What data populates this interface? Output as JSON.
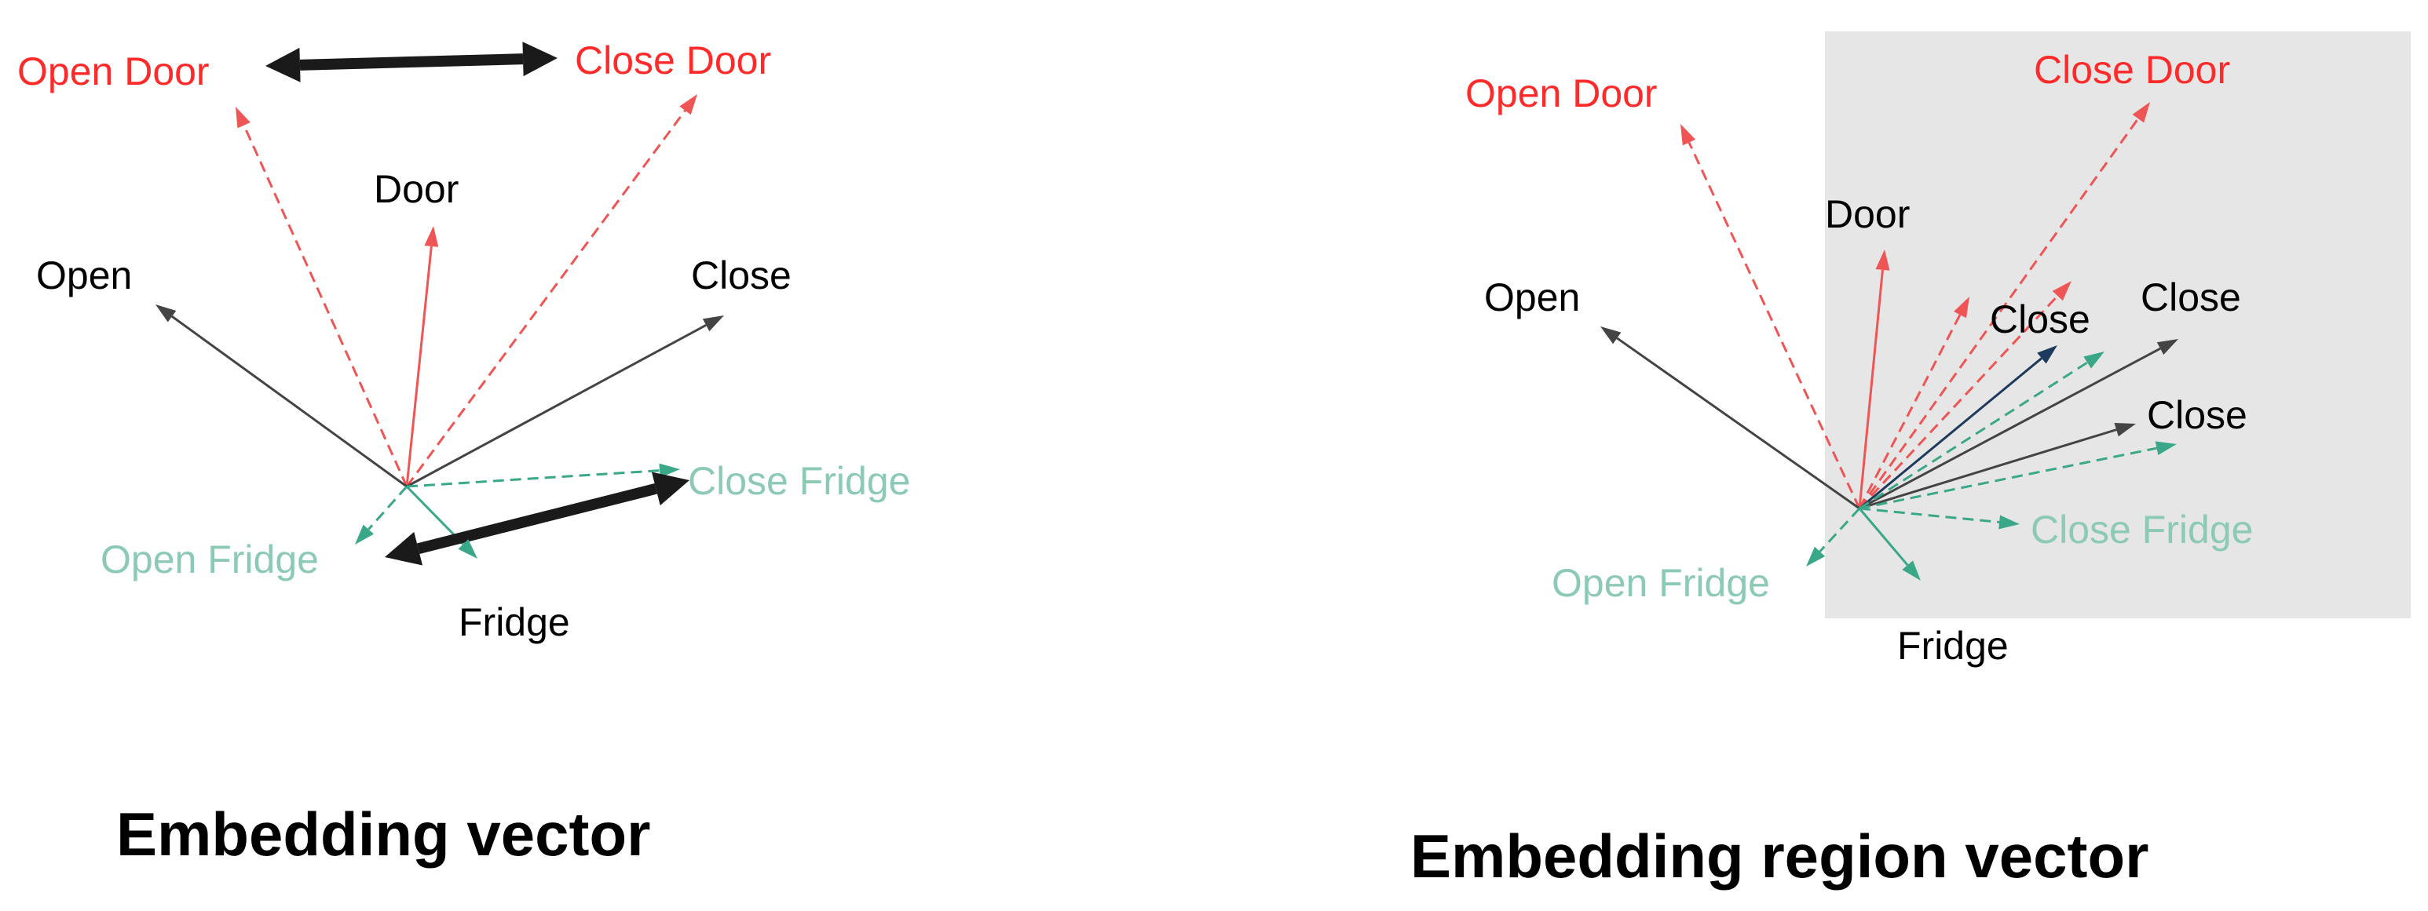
{
  "colors": {
    "red": "#ff2a2a",
    "red_arrow": "#f05555",
    "black": "#000000",
    "gray_arrow": "#444444",
    "teal_text": "#8ccab4",
    "teal_arrow": "#3aa888",
    "navy": "#1e3a5c",
    "region": "#e6e6e6",
    "bold_arrow": "#1a1a1a"
  },
  "left": {
    "caption": "Embedding vector",
    "labels": {
      "open_door": "Open Door",
      "close_door": "Close Door",
      "door": "Door",
      "open": "Open",
      "close": "Close",
      "close_fridge": "Close Fridge",
      "open_fridge": "Open Fridge",
      "fridge": "Fridge"
    }
  },
  "right": {
    "caption": "Embedding region vector",
    "labels": {
      "open_door": "Open Door",
      "close_door": "Close Door",
      "door": "Door",
      "open": "Open",
      "close_a": "Close",
      "close_b": "Close",
      "close_c": "Close",
      "close_fridge": "Close Fridge",
      "open_fridge": "Open Fridge",
      "fridge": "Fridge"
    }
  }
}
